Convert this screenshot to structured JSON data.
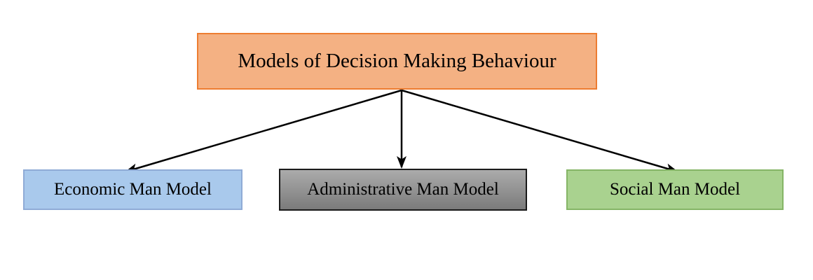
{
  "diagram": {
    "type": "flowchart",
    "root": {
      "label": "Models of Decision Making Behaviour",
      "fill": "#F4B183",
      "border": "#ED7D31",
      "text_color": "#000000"
    },
    "children": [
      {
        "id": "economic",
        "label": "Economic Man Model",
        "fill": "#A9C9EC",
        "border": "#8FABD6",
        "text_color": "#000000"
      },
      {
        "id": "administrative",
        "label": "Administrative Man Model",
        "fill_gradient_top": "#ABABAB",
        "fill_gradient_bottom": "#7B7B7B",
        "border": "#1A1A1A",
        "text_color": "#000000"
      },
      {
        "id": "social",
        "label": "Social Man Model",
        "fill": "#A9D28F",
        "border": "#85B566",
        "text_color": "#000000"
      }
    ],
    "connectors": {
      "color": "#000000",
      "from": "root-bottom-center",
      "to": [
        "economic",
        "administrative",
        "social"
      ],
      "style": "straight-line-with-arrowhead"
    }
  }
}
